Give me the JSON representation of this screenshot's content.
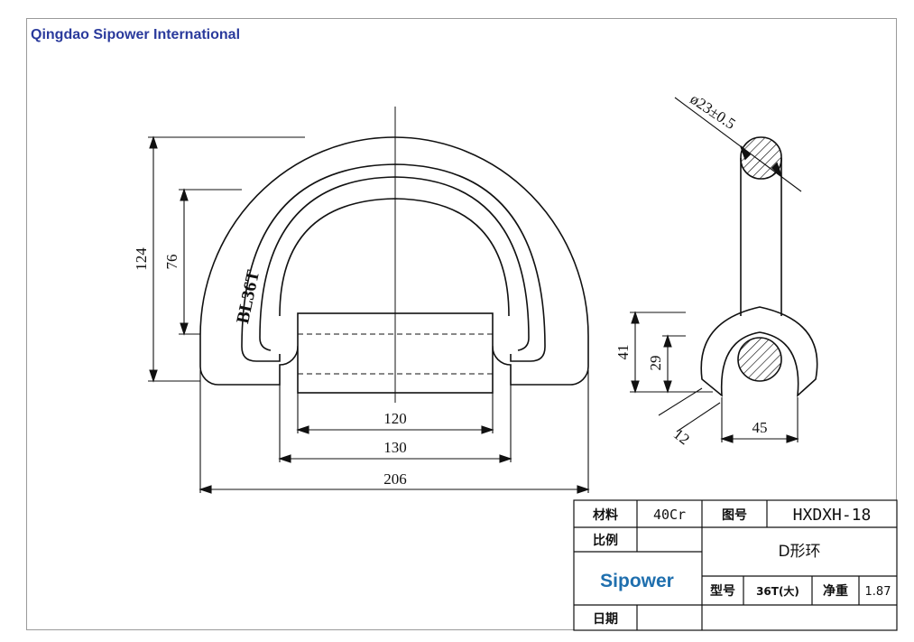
{
  "header": {
    "company": "Qingdao Sipower International"
  },
  "dimensions": {
    "height_outer": "124",
    "height_inner": "76",
    "width_120": "120",
    "width_130": "130",
    "width_206": "206",
    "marking": "BL36T",
    "diameter": "ø23±0.5",
    "clip_41": "41",
    "clip_29": "29",
    "clip_12": "12",
    "clip_45": "45"
  },
  "title_block": {
    "material_label": "材料",
    "material_value": "40Cr",
    "drawing_no_label": "图号",
    "drawing_no_value": "HXDXH-18",
    "scale_label": "比例",
    "part_name": "D形环",
    "logo_text": "Sipower",
    "model_label": "型号",
    "model_value": "36T(大)",
    "weight_label": "净重",
    "weight_value": "1.87",
    "date_label": "日期"
  }
}
